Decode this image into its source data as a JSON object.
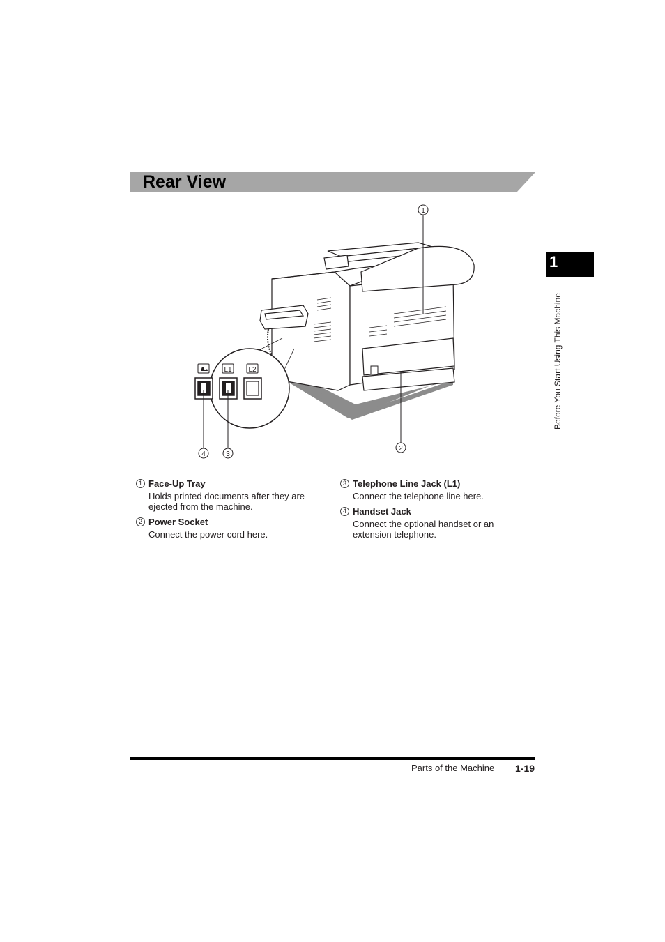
{
  "page": {
    "title": "Rear View",
    "chapter_number": "1",
    "chapter_label": "Before You Start Using This Machine"
  },
  "figure": {
    "callouts": [
      "1",
      "2",
      "3",
      "4"
    ],
    "jack_labels": [
      "L1",
      "L2"
    ],
    "icons": [
      "handset-icon"
    ]
  },
  "legend": [
    {
      "num": "1",
      "term": "Face-Up Tray",
      "desc": "Holds printed documents after they are ejected from the machine."
    },
    {
      "num": "2",
      "term": "Power Socket",
      "desc": "Connect the power cord here."
    },
    {
      "num": "3",
      "term": "Telephone Line Jack (L1)",
      "desc": "Connect the telephone line here."
    },
    {
      "num": "4",
      "term": "Handset Jack",
      "desc": "Connect the optional handset or an extension telephone."
    }
  ],
  "footer": {
    "section": "Parts of the Machine",
    "page_number": "1-19"
  },
  "colors": {
    "title_band": "#a6a6a6",
    "floor_shadow": "#8c8c8c",
    "tab": "#000000"
  }
}
